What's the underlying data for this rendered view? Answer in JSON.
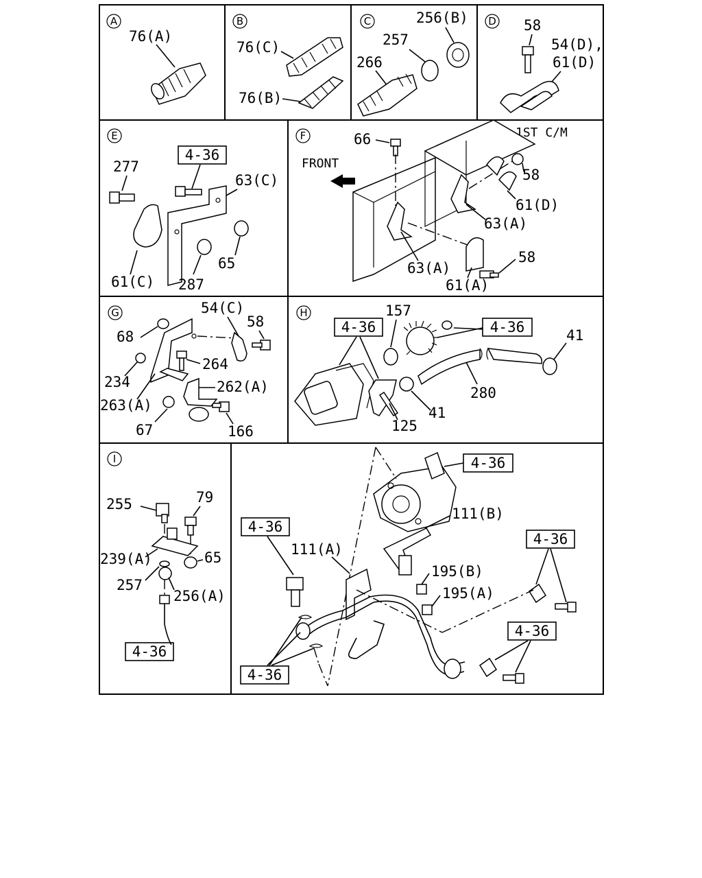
{
  "panels": {
    "A": {
      "letter": "A",
      "labels": [
        "76(A)"
      ]
    },
    "B": {
      "letter": "B",
      "labels": [
        "76(C)",
        "76(B)"
      ]
    },
    "C": {
      "letter": "C",
      "labels": [
        "256(B)",
        "257",
        "266"
      ]
    },
    "D": {
      "letter": "D",
      "labels": [
        "58",
        "54(D),",
        "61(D)"
      ]
    },
    "E": {
      "letter": "E",
      "labels": [
        "4-36",
        "277",
        "63(C)",
        "61(C)",
        "287",
        "65"
      ]
    },
    "F": {
      "letter": "F",
      "labels": [
        "66",
        "1ST C/M",
        "FRONT",
        "58",
        "61(D)",
        "63(A)",
        "63(A)",
        "61(A)",
        "58"
      ]
    },
    "G": {
      "letter": "G",
      "labels": [
        "54(C)",
        "58",
        "68",
        "264",
        "234",
        "262(A)",
        "263(A)",
        "67",
        "166"
      ]
    },
    "H": {
      "letter": "H",
      "labels": [
        "157",
        "4-36",
        "4-36",
        "41",
        "280",
        "41",
        "125"
      ]
    },
    "I": {
      "letter": "I",
      "labels": [
        "255",
        "79",
        "239(A)",
        "65",
        "257",
        "256(A)",
        "4-36"
      ]
    },
    "J": {
      "labels": [
        "4-36",
        "111(B)",
        "4-36",
        "111(A)",
        "4-36",
        "195(B)",
        "195(A)",
        "4-36",
        "4-36"
      ]
    }
  },
  "icons": [
    "bolt",
    "nut",
    "union-fitting",
    "clamp",
    "bracket",
    "pump",
    "hose",
    "pipe"
  ]
}
